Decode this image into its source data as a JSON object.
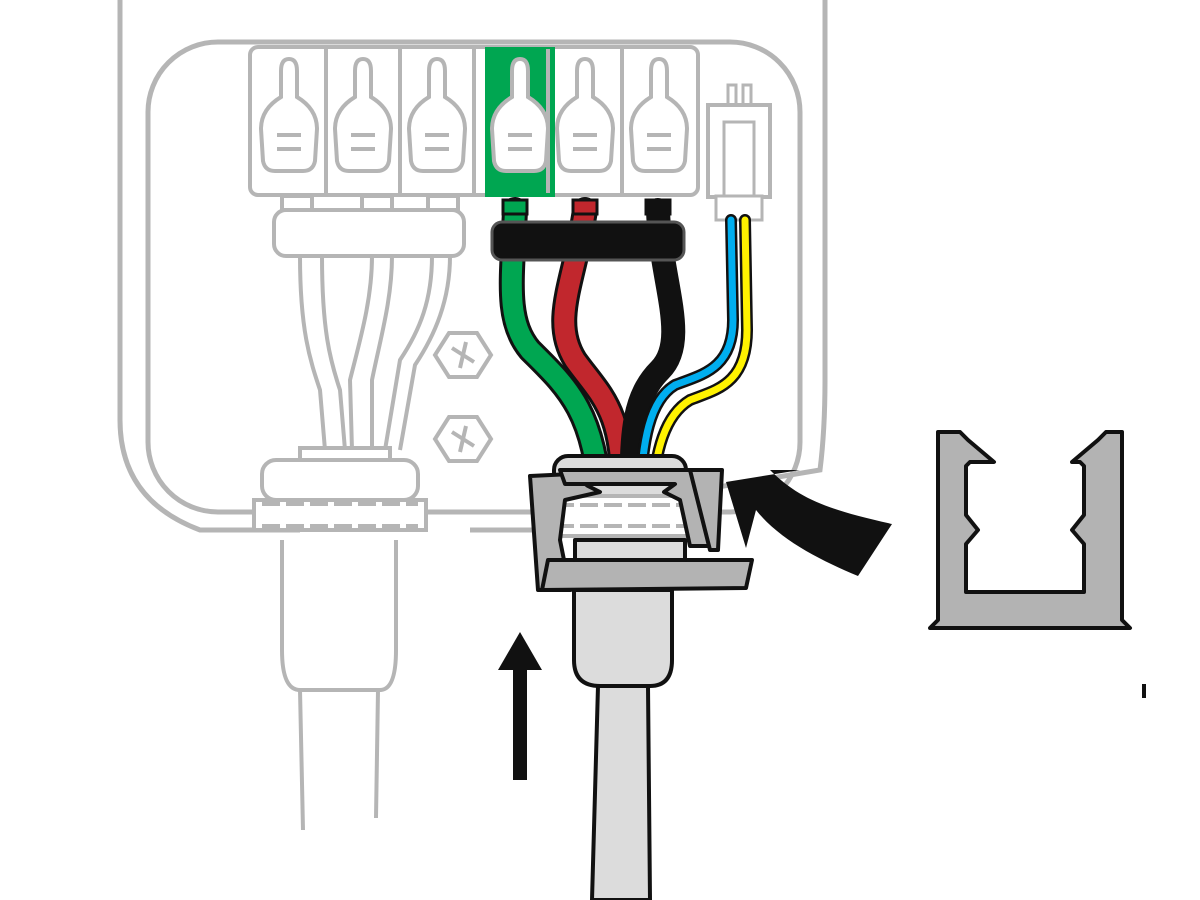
{
  "diagram": {
    "colors": {
      "background": "#ffffff",
      "housing_outline": "#b5b5b5",
      "active_terminal_highlight": "#00a651",
      "clamp_fill": "#b3b3b3",
      "cable_fill": "#dcdcdc",
      "black": "#111111"
    },
    "terminals": {
      "count": 6,
      "highlighted_index": 3
    },
    "wires": [
      {
        "name": "green",
        "color": "#00a651"
      },
      {
        "name": "red",
        "color": "#c1272d"
      },
      {
        "name": "black",
        "color": "#111111"
      },
      {
        "name": "blue",
        "color": "#00aeef"
      },
      {
        "name": "yellow",
        "color": "#fff200"
      }
    ],
    "icons": [
      "push-up-arrow-icon",
      "slide-in-arrow-icon",
      "screw-icon",
      "clamp-profile-icon"
    ]
  }
}
